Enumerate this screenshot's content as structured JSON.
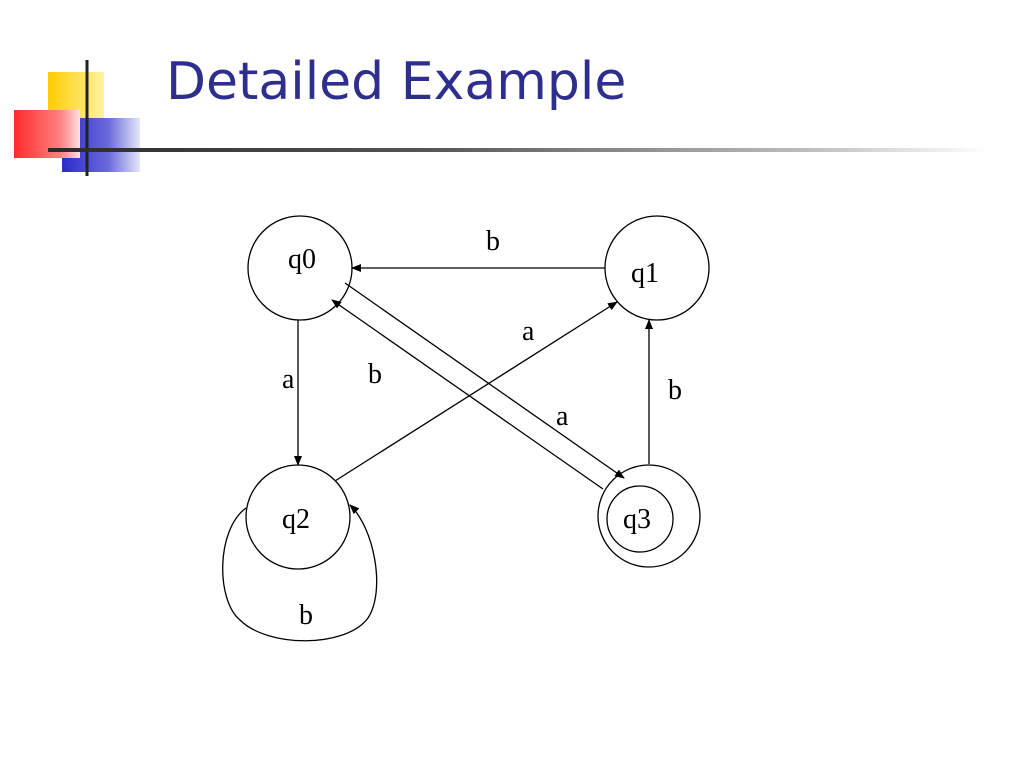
{
  "slide": {
    "title": "Detailed Example"
  },
  "diagram": {
    "states": {
      "q0": "q0",
      "q1": "q1",
      "q2": "q2",
      "q3": "q3"
    },
    "accepting_state": "q3",
    "edges": {
      "q1_to_q0": "b",
      "q0_to_q2": "a",
      "q3_to_q0": "b",
      "q0_to_q3": "a",
      "q2_to_q1": "a",
      "q3_to_q1": "b",
      "q2_loop": "b"
    }
  },
  "colors": {
    "title": "#2e2e8f",
    "logo_yellow": "#ffcc00",
    "logo_red": "#ff3333",
    "logo_blue": "#3333cc"
  }
}
